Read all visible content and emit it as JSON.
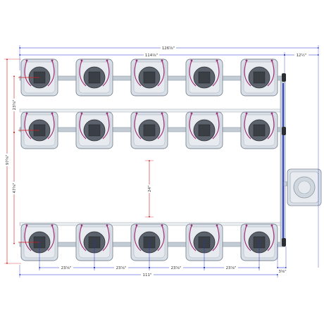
{
  "colors": {
    "dimension_blue": "#2233cc",
    "dimension_red": "#d61c1c",
    "bucket_fill": "#d9dfe6",
    "bucket_edge": "#7d8896",
    "pot_dark": "#3a3f46",
    "tube_magenta": "#a0307a",
    "pipe_grey": "#b8c3cc",
    "drain_blue": "#3344cc"
  },
  "icons": {
    "bucket": "grow-bucket-icon",
    "reservoir": "reservoir-icon",
    "pump": "pump-icon"
  },
  "dimensions": {
    "overall_width": "126⅝\"",
    "row_span": "114⅛\"",
    "reservoir_offset": "12½\"",
    "overall_depth": "97⅝\"",
    "top_row_spacing": "23⅝\"",
    "side_depth": "47⅝\"",
    "aisle_gap": "24\"",
    "bottom_spacing_1": "23⅝\"",
    "bottom_spacing_2": "23⅝\"",
    "bottom_spacing_3": "23⅝\"",
    "bottom_spacing_4": "23⅝\"",
    "bottom_offset": "3⅝\"",
    "base_width": "111\""
  },
  "layout": {
    "rows": 3,
    "buckets_per_row": 5
  }
}
